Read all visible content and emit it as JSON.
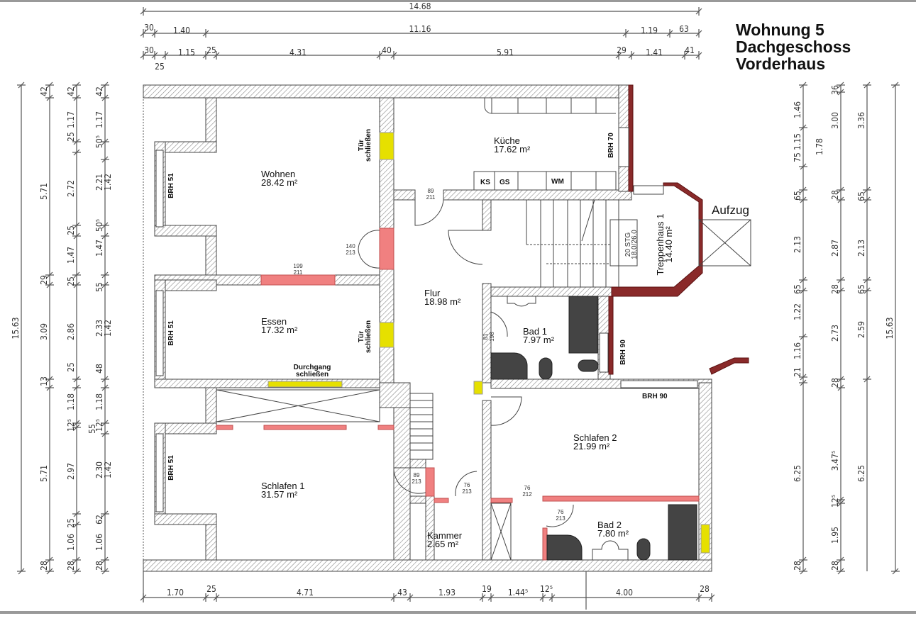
{
  "title": {
    "line1": "Wohnung 5",
    "line2": "Dachgeschoss",
    "line3": "Vorderhaus"
  },
  "colors": {
    "demolish": "#f08080",
    "close": "#e6e000",
    "brick": "#8a2a2a"
  },
  "rooms": {
    "wohnen": {
      "name": "Wohnen",
      "area": "28.42 m²"
    },
    "kueche": {
      "name": "Küche",
      "area": "17.62 m²"
    },
    "essen": {
      "name": "Essen",
      "area": "17.32 m²"
    },
    "flur": {
      "name": "Flur",
      "area": "18.98 m²"
    },
    "bad1": {
      "name": "Bad 1",
      "area": "7.97 m²"
    },
    "treppenhaus": {
      "name": "Treppenhaus 1",
      "area": "14.40 m²",
      "stairs": "20 STG",
      "ratio": "18.0/26.0"
    },
    "schlafen1": {
      "name": "Schlafen 1",
      "area": "31.57 m²"
    },
    "schlafen2": {
      "name": "Schlafen 2",
      "area": "21.99 m²"
    },
    "kammer": {
      "name": "Kammer",
      "area": "2.65 m²"
    },
    "bad2": {
      "name": "Bad 2",
      "area": "7.80 m²"
    },
    "aufzug": {
      "name": "Aufzug"
    }
  },
  "notes": {
    "tuer_schliessen_1": "Tür",
    "tuer_schliessen_1b": "schließen",
    "tuer_schliessen_2": "Tür",
    "tuer_schliessen_2b": "schließen",
    "durchgang": "Durchgang",
    "durchgang_b": "schließen",
    "brh51": "BRH 51",
    "brh70": "BRH 70",
    "brh90": "BRH 90",
    "ks": "KS",
    "gs": "GS",
    "wm": "WM"
  },
  "doors": [
    {
      "w": "89",
      "h": "211"
    },
    {
      "w": "140",
      "h": "213"
    },
    {
      "w": "199",
      "h": "211"
    },
    {
      "w": "81",
      "h": "198"
    },
    {
      "w": "89",
      "h": "213"
    },
    {
      "w": "76",
      "h": "213"
    },
    {
      "w": "76",
      "h": "212"
    },
    {
      "w": "76",
      "h": "213"
    }
  ],
  "dims": {
    "top1": [
      "14.68"
    ],
    "top2": [
      "30",
      "1.40",
      "11.16",
      "1.19",
      "63"
    ],
    "top3": [
      "30",
      "25",
      "1.15",
      "25",
      "4.31",
      "40",
      "5.91",
      "29",
      "1.41",
      "41"
    ],
    "bottom": [
      "1.70",
      "25",
      "4.71",
      "43",
      "1.93",
      "19",
      "1.44⁵",
      "12⁵",
      "4.00",
      "28"
    ],
    "left1": [
      "15.63"
    ],
    "left2": [
      "42",
      "5.71",
      "29",
      "3.09",
      "13",
      "5.71",
      "28"
    ],
    "left3": [
      "42",
      "1.17",
      "25",
      "2.72",
      "25",
      "1.47",
      "25",
      "2.86",
      "25",
      "1.18",
      "12⁵",
      "2.97",
      "25",
      "1.06",
      "28"
    ],
    "left4": [
      "42",
      "1.17",
      "50⁵",
      "2.21",
      "1.42",
      "50⁵",
      "1.47",
      "55",
      "2.33",
      "1.42",
      "48",
      "1.18",
      "12⁵",
      "55",
      "2.30",
      "1.42",
      "62",
      "1.06",
      "28"
    ],
    "right1": [
      "1.46",
      "1.15",
      "75",
      "65",
      "2.13",
      "65",
      "1.22",
      "1.16",
      "21",
      "6.25",
      "28"
    ],
    "right2": [
      "36",
      "1.78",
      "3.00",
      "28",
      "2.87",
      "28",
      "2.73",
      "28",
      "3.47⁵",
      "12⁵",
      "1.95",
      "28"
    ],
    "right3": [
      "3.36",
      "65",
      "2.13",
      "65",
      "2.59",
      "6.25"
    ],
    "right4": [
      "15.63"
    ]
  }
}
